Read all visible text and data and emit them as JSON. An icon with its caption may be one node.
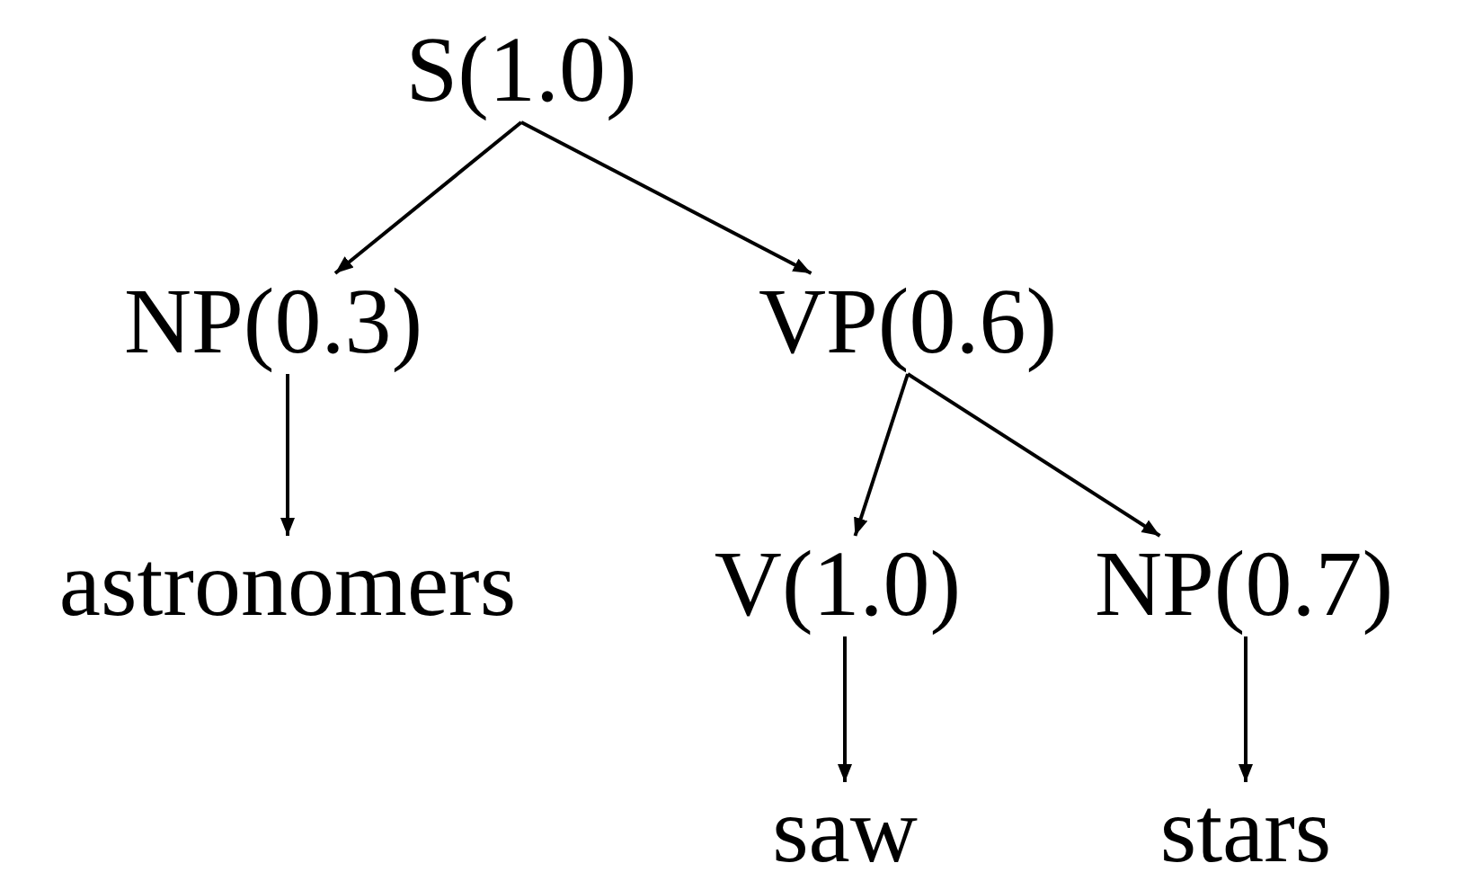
{
  "diagram": {
    "nodes": [
      {
        "text": [
          "S(1.0)"
        ]
      },
      {
        "text": [
          "NP(0.3)"
        ]
      },
      {
        "text": [
          "VP(0.6)"
        ]
      },
      {
        "text": [
          "astronomers"
        ]
      },
      {
        "text": [
          "V(1.0)"
        ]
      },
      {
        "text": [
          "NP(0.7)"
        ]
      },
      {
        "text": [
          "saw"
        ]
      },
      {
        "text": [
          "stars"
        ]
      }
    ],
    "edges": [
      {
        "from": 0,
        "to": 1,
        "arrow": "to"
      },
      {
        "from": 0,
        "to": 2,
        "arrow": "to"
      },
      {
        "from": 1,
        "to": 3,
        "arrow": "to"
      },
      {
        "from": 2,
        "to": 4,
        "arrow": "to"
      },
      {
        "from": 2,
        "to": 5,
        "arrow": "to"
      },
      {
        "from": 4,
        "to": 6,
        "arrow": "to"
      },
      {
        "from": 5,
        "to": 7,
        "arrow": "to"
      }
    ]
  }
}
